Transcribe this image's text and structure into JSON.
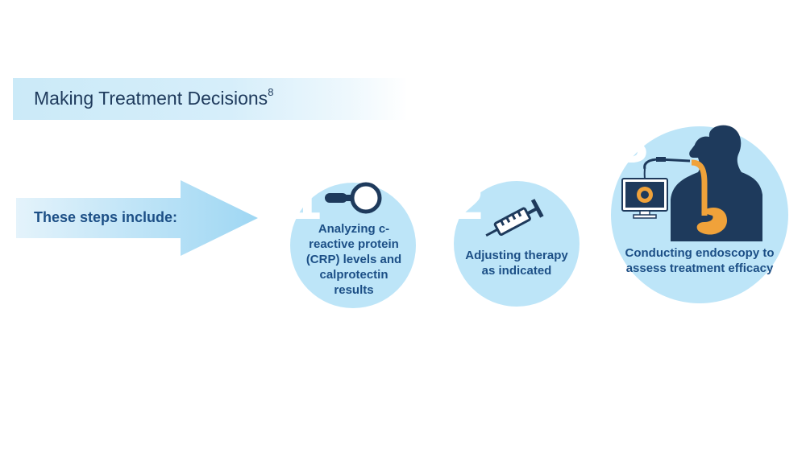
{
  "banner": {
    "title": "Making Treatment Decisions",
    "superscript": "8"
  },
  "arrow": {
    "label": "These steps include:"
  },
  "steps": [
    {
      "number": "1",
      "text": "Analyzing c-reactive protein (CRP) levels and calprotectin results",
      "icon": "magnifying-glass-icon"
    },
    {
      "number": "2",
      "text": "Adjusting therapy as indicated",
      "icon": "syringe-icon"
    },
    {
      "number": "3",
      "text": "Conducting endoscopy to assess treatment efficacy",
      "icon": "endoscopy-icon"
    }
  ],
  "colors": {
    "circle": "#bde5f8",
    "dark_blue": "#1c4f86",
    "navy": "#1e3a5c",
    "orange": "#f0a23a"
  }
}
